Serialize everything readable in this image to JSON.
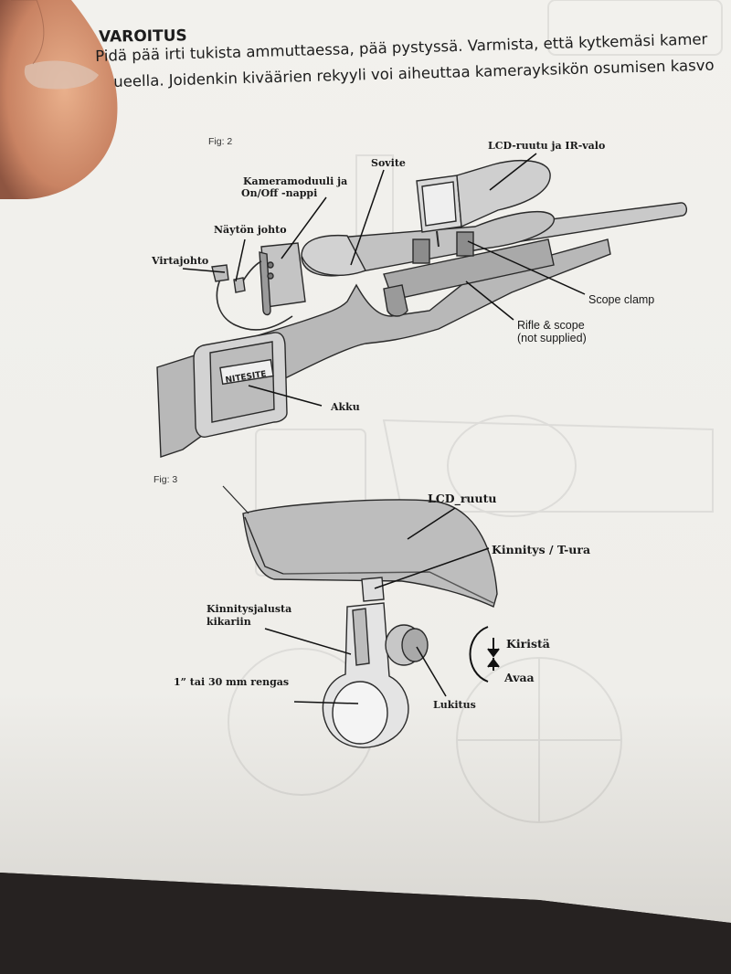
{
  "warning": {
    "title": "VAROITUS",
    "line1": "Pidä pää irti tukista ammuttaessa, pää pystyssä. Varmista, että kytkemäsi kamer",
    "line2": "ueella. Joidenkin kiväärien  rekyyli voi aiheuttaa kamerayksikön osumisen kasvo"
  },
  "fig2": {
    "label": "Fig: 2",
    "labels": {
      "lcd_ir": "LCD-ruutu ja IR-valo",
      "sovite": "Sovite",
      "camera_module_1": "Kameramoduuli ja",
      "camera_module_2": "On/Off -nappi",
      "display_cable": "Näytön johto",
      "power_cable": "Virtajohto",
      "scope_clamp": "Scope clamp",
      "rifle_scope_1": "Rifle & scope",
      "rifle_scope_2": "(not supplied)",
      "battery": "Akku",
      "brand": "NITESITE"
    }
  },
  "fig3": {
    "label": "Fig: 3",
    "labels": {
      "lcd": "LCD_ruutu",
      "mount": "Kinnitys / T-ura",
      "base_1": "Kinnitysjalusta",
      "base_2": "kikariin",
      "ring": "1” tai 30 mm rengas",
      "tighten": "Kiristä",
      "loosen": "Avaa",
      "lock": "Lukitus"
    }
  },
  "colors": {
    "paper": "#f1f0ec",
    "ink": "#1c1c1c",
    "gray_fill": "#b9b9b9",
    "background": "#2b2726"
  }
}
